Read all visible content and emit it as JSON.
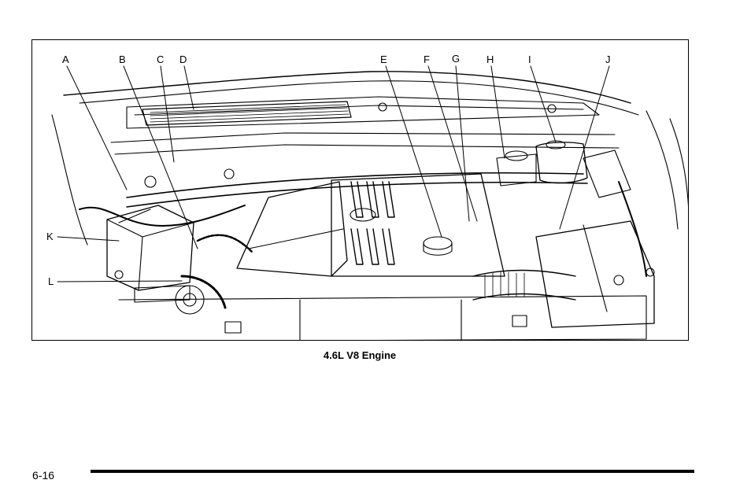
{
  "figure": {
    "caption": "4.6L V8 Engine",
    "callouts": [
      "A",
      "B",
      "C",
      "D",
      "E",
      "F",
      "G",
      "H",
      "I",
      "J",
      "K",
      "L"
    ]
  },
  "footer": {
    "page_number": "6-16"
  }
}
